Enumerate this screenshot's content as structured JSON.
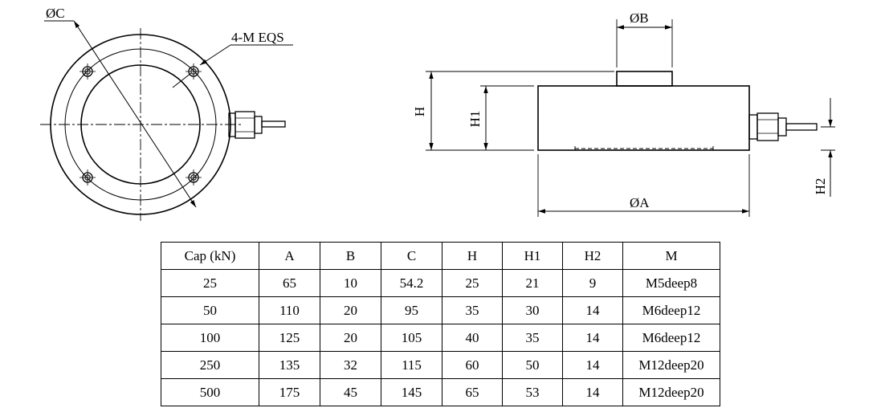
{
  "labels": {
    "phi_c": "ØC",
    "thread": "4-M EQS",
    "phi_b": "ØB",
    "h": "H",
    "h1": "H1",
    "h2": "H2",
    "phi_a": "ØA"
  },
  "table": {
    "headers": [
      "Cap (kN)",
      "A",
      "B",
      "C",
      "H",
      "H1",
      "H2",
      "M"
    ],
    "rows": [
      [
        "25",
        "65",
        "10",
        "54.2",
        "25",
        "21",
        "9",
        "M5deep8"
      ],
      [
        "50",
        "110",
        "20",
        "95",
        "35",
        "30",
        "14",
        "M6deep12"
      ],
      [
        "100",
        "125",
        "20",
        "105",
        "40",
        "35",
        "14",
        "M6deep12"
      ],
      [
        "250",
        "135",
        "32",
        "115",
        "60",
        "50",
        "14",
        "M12deep20"
      ],
      [
        "500",
        "175",
        "45",
        "145",
        "65",
        "53",
        "14",
        "M12deep20"
      ]
    ]
  }
}
